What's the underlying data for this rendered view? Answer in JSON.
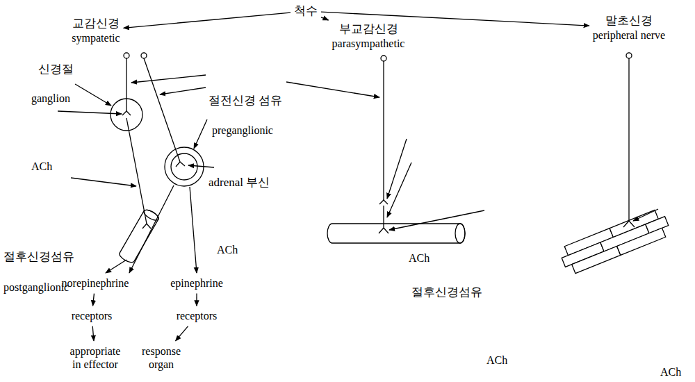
{
  "diagram": {
    "nodes": [
      {
        "text": [
          "척수"
        ]
      },
      {
        "text": [
          "교감신경",
          "sympatetic"
        ]
      },
      {
        "text": [
          "부교감신경",
          "parasympathetic"
        ]
      },
      {
        "text": [
          "말초신경",
          "peripheral nerve"
        ]
      },
      {
        "text": [
          "norepinephrine"
        ]
      },
      {
        "text": [
          "receptors"
        ]
      },
      {
        "text": [
          "epinephrine"
        ]
      },
      {
        "text": [
          "receptors"
        ]
      },
      {
        "text": [
          "appropriate",
          "in effector"
        ]
      },
      {
        "text": [
          "response",
          "organ"
        ]
      }
    ],
    "edges": [
      {
        "from": 0,
        "to": 1,
        "arrow": "to"
      },
      {
        "from": 0,
        "to": 2,
        "arrow": "to"
      },
      {
        "from": 0,
        "to": 3,
        "arrow": "to"
      },
      {
        "from": 4,
        "to": 5,
        "arrow": "to"
      },
      {
        "from": 6,
        "to": 7,
        "arrow": "to"
      },
      {
        "from": 5,
        "to": 8,
        "arrow": "to"
      },
      {
        "from": 7,
        "to": 9,
        "arrow": "to"
      }
    ],
    "labels": [
      "신경절",
      "ganglion",
      "절전신경 섬유",
      "preganglionic",
      "ACh",
      "adrenal 부신",
      "ACh",
      "절후신경섬유",
      "postganglionic",
      "ACh",
      "절후신경섬유",
      "ACh",
      "ACh"
    ]
  }
}
